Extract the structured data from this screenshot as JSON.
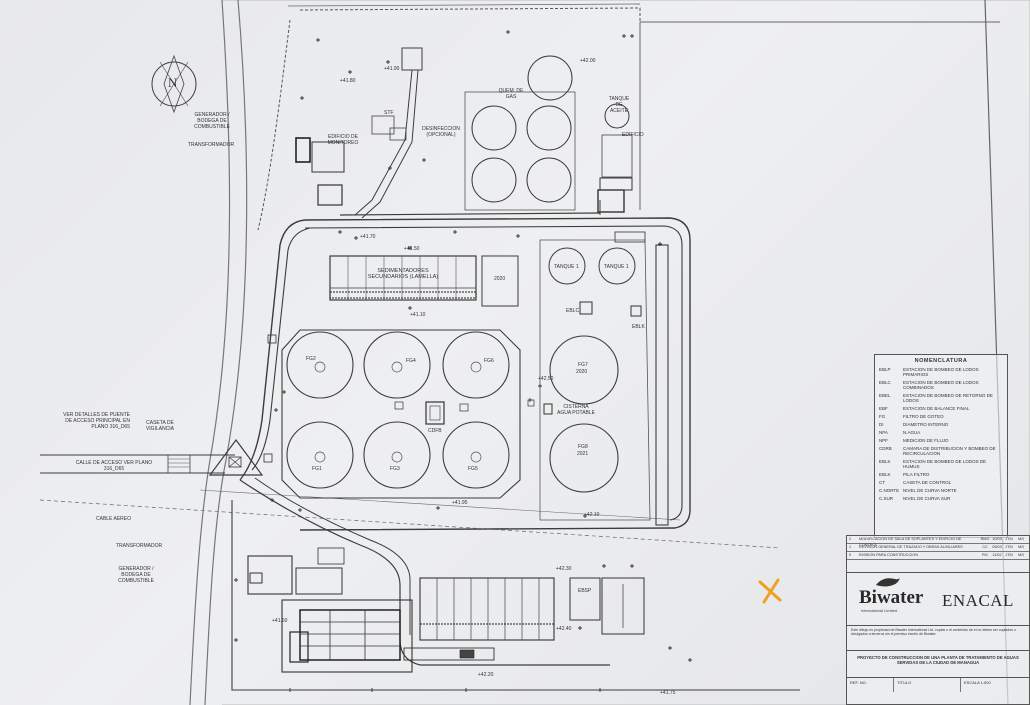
{
  "north_symbol": "N",
  "areas": {
    "dome_gas": "QUEM. DE GAS",
    "desinfeccion": "DESINFECCION (OPCIONAL)",
    "stf": "STF",
    "edificio_monitoreo": "EDIFICIO DE MONITOREO",
    "generador_top": "GENERADOR / BODEGA DE COMBUSTIBLE",
    "transformador_top": "TRANSFORMADOR",
    "tanque_top": "TANQUE DE ACEITE",
    "edificio_top_right": "EDIFICIO",
    "sedimentadores": "SEDIMENTADORES SECUNDARIOS (LAMELLA)",
    "sedimentadores_year": "2020",
    "tanque1": "TANQUE 1",
    "tanque2": "TANQUE 1",
    "eblc": "EBLC",
    "ebk": "EBLK",
    "fg_top": [
      "FG2",
      "FG4",
      "FG6"
    ],
    "fg_bottom": [
      "FG1",
      "FG3",
      "FG5"
    ],
    "fg7": "FG7",
    "fg7_year": "2020",
    "fg8": "FG8",
    "fg8_year": "2021",
    "cisterna": "CISTERNA AGUA POTABLE",
    "cdfb": "CDFB",
    "caseta": "CASETA DE VIGILANCIA",
    "ver_detalles": "VER DETALLES DE PUENTE DE ACCESO PRINCIPAL EN PLANO 316_D65",
    "calle_acceso": "CALLE DE ACCESO VER PLANO 316_D65",
    "cable_aereo": "CABLE AEREO",
    "transformador_bottom": "TRANSFORMADOR",
    "generador_bottom": "GENERADOR / BODEGA DE COMBUSTIBLE",
    "ebsp": "EBSP"
  },
  "elevations": [
    "+41.80",
    "+41.90",
    "+42.00",
    "+41.70",
    "+41.50",
    "+41.10",
    "+42.50",
    "+41.95",
    "+42.10",
    "+41.60",
    "+42.20",
    "+42.30",
    "+41.75",
    "+42.40"
  ],
  "legend": {
    "title": "NOMENCLATURA",
    "rows": [
      {
        "code": "EBLP",
        "text": "ESTACION DE BOMBEO DE LODOS PRIMARIOS"
      },
      {
        "code": "EBLC",
        "text": "ESTACION DE BOMBEO DE LODOS COMBINADOS"
      },
      {
        "code": "EBEL",
        "text": "ESTACION DE BOMBEO DE RETORNO DE LODOS"
      },
      {
        "code": "EBF",
        "text": "ESTACION DE BALANCE FINAL"
      },
      {
        "code": "FG",
        "text": "FILTRO DE GOTEO"
      },
      {
        "code": "DI",
        "text": "DIAMETRO INTERNO"
      },
      {
        "code": "NPA",
        "text": "N.AGUA"
      },
      {
        "code": "NPF",
        "text": "MEDICION DE FLUJO"
      },
      {
        "code": "CDRB",
        "text": "CAMARA DE DISTRIBUCION Y BOMBEO DE RECIRCULACION"
      },
      {
        "code": "EBLK",
        "text": "ESTACION DE BOMBEO DE LODOS DE HUMUS"
      },
      {
        "code": "EBLK",
        "text": "PILA FILTRO"
      },
      {
        "code": "CT",
        "text": "CASETA DE CONTROL"
      },
      {
        "code": "C.NORTE",
        "text": "NIVEL DE CURVA NORTE"
      },
      {
        "code": "C.SUR",
        "text": "NIVEL DE CURVA SUR"
      }
    ]
  },
  "titleblock": {
    "revisions": [
      {
        "no": "2",
        "text": "MODIFICACION DE SALA DE SOPLANTES Y EDIFICIO DE CONTROL",
        "cols": [
          "RMG",
          "10/03",
          "JTM",
          "MG"
        ]
      },
      {
        "no": "1",
        "text": "REVISION GENERAL DE TRAZADO Y OBRAS AUXILIARES",
        "cols": [
          "CC",
          "05/03",
          "JTM",
          "MG"
        ]
      },
      {
        "no": "0",
        "text": "EMISION PARA CONSTRUCCION",
        "cols": [
          "RG",
          "11/02",
          "JTM",
          "MG"
        ]
      }
    ],
    "logo_biwater": "Biwater",
    "logo_biwater_sub": "International Limited",
    "logo_enacal": "ENACAL",
    "disclaimer": "Este dibujo es propiedad de Biwater International Ltd. copias o el contenido de el no deben ser copiados o divulgados a terceros sin el permiso escrito de Biwater.",
    "project": "PROYECTO DE CONSTRUCCION DE UNA PLANTA DE TRATAMIENTO DE AGUAS SERVIDAS DE LA CIUDAD DE MANAGUA",
    "bottom": [
      "REF. NO.",
      "TITULO",
      "ESCALA 1:500"
    ]
  },
  "colors": {
    "line": "#3c3c3c",
    "paper": "#e9eaec",
    "marker": "#f0a020"
  }
}
